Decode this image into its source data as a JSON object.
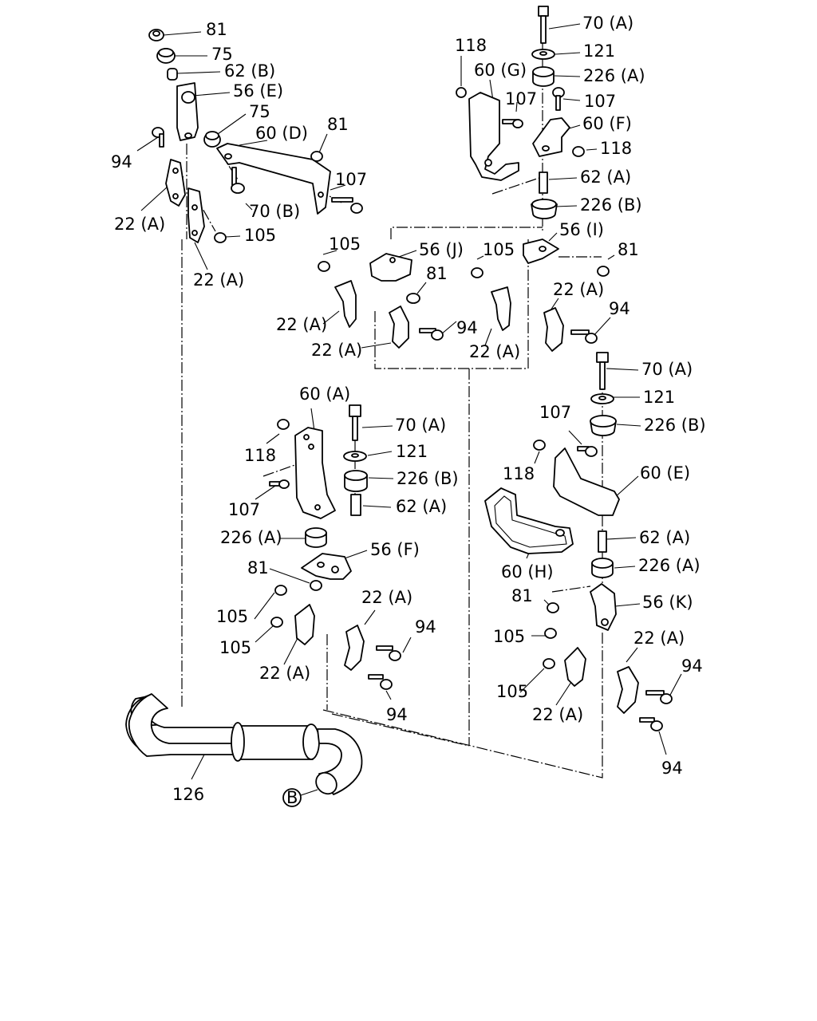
{
  "diagram": {
    "callouts": [
      {
        "id": "c1",
        "text": "81"
      },
      {
        "id": "c2",
        "text": "75"
      },
      {
        "id": "c3",
        "text": "62 (B)"
      },
      {
        "id": "c4",
        "text": "56 (E)"
      },
      {
        "id": "c5",
        "text": "75"
      },
      {
        "id": "c6",
        "text": "60 (D)"
      },
      {
        "id": "c7",
        "text": "81"
      },
      {
        "id": "c8",
        "text": "94"
      },
      {
        "id": "c9",
        "text": "107"
      },
      {
        "id": "c10",
        "text": "22 (A)"
      },
      {
        "id": "c11",
        "text": "70 (B)"
      },
      {
        "id": "c12",
        "text": "105"
      },
      {
        "id": "c13",
        "text": "22 (A)"
      },
      {
        "id": "c14",
        "text": "70 (A)"
      },
      {
        "id": "c15",
        "text": "118"
      },
      {
        "id": "c16",
        "text": "121"
      },
      {
        "id": "c17",
        "text": "60 (G)"
      },
      {
        "id": "c18",
        "text": "226 (A)"
      },
      {
        "id": "c19",
        "text": "107"
      },
      {
        "id": "c20",
        "text": "107"
      },
      {
        "id": "c21",
        "text": "60 (F)"
      },
      {
        "id": "c22",
        "text": "118"
      },
      {
        "id": "c23",
        "text": "62 (A)"
      },
      {
        "id": "c24",
        "text": "226 (B)"
      },
      {
        "id": "c25",
        "text": "56 (I)"
      },
      {
        "id": "c26",
        "text": "105"
      },
      {
        "id": "c27",
        "text": "56 (J)"
      },
      {
        "id": "c28",
        "text": "105"
      },
      {
        "id": "c29",
        "text": "81"
      },
      {
        "id": "c30",
        "text": "81"
      },
      {
        "id": "c31",
        "text": "22 (A)"
      },
      {
        "id": "c32",
        "text": "94"
      },
      {
        "id": "c33",
        "text": "22 (A)"
      },
      {
        "id": "c34",
        "text": "94"
      },
      {
        "id": "c35",
        "text": "22 (A)"
      },
      {
        "id": "c36",
        "text": "22 (A)"
      },
      {
        "id": "c37",
        "text": "70 (A)"
      },
      {
        "id": "c38",
        "text": "60 (A)"
      },
      {
        "id": "c39",
        "text": "121"
      },
      {
        "id": "c40",
        "text": "70 (A)"
      },
      {
        "id": "c41",
        "text": "107"
      },
      {
        "id": "c42",
        "text": "226 (B)"
      },
      {
        "id": "c43",
        "text": "118"
      },
      {
        "id": "c44",
        "text": "121"
      },
      {
        "id": "c45",
        "text": "118"
      },
      {
        "id": "c46",
        "text": "60 (E)"
      },
      {
        "id": "c47",
        "text": "226 (B)"
      },
      {
        "id": "c48",
        "text": "107"
      },
      {
        "id": "c49",
        "text": "62 (A)"
      },
      {
        "id": "c50",
        "text": "62 (A)"
      },
      {
        "id": "c51",
        "text": "226 (A)"
      },
      {
        "id": "c52",
        "text": "56 (F)"
      },
      {
        "id": "c53",
        "text": "60 (H)"
      },
      {
        "id": "c54",
        "text": "226 (A)"
      },
      {
        "id": "c55",
        "text": "81"
      },
      {
        "id": "c56",
        "text": "81"
      },
      {
        "id": "c57",
        "text": "56 (K)"
      },
      {
        "id": "c58",
        "text": "22 (A)"
      },
      {
        "id": "c59",
        "text": "105"
      },
      {
        "id": "c60",
        "text": "22 (A)"
      },
      {
        "id": "c61",
        "text": "105"
      },
      {
        "id": "c62",
        "text": "94"
      },
      {
        "id": "c63",
        "text": "105"
      },
      {
        "id": "c64",
        "text": "94"
      },
      {
        "id": "c65",
        "text": "105"
      },
      {
        "id": "c66",
        "text": "22 (A)"
      },
      {
        "id": "c67",
        "text": "22 (A)"
      },
      {
        "id": "c68",
        "text": "94"
      },
      {
        "id": "c69",
        "text": "94"
      },
      {
        "id": "c70",
        "text": "126"
      }
    ],
    "connector_marker": "B"
  }
}
